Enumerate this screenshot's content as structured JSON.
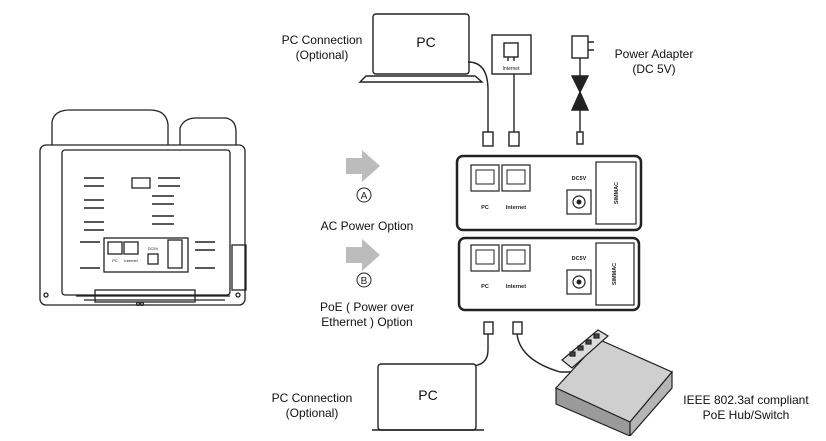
{
  "labels": {
    "pc_connection_top": [
      "PC Connection",
      "(Optional)"
    ],
    "pc_connection_bottom": [
      "PC Connection",
      "(Optional)"
    ],
    "power_adapter": [
      "Power Adapter",
      "(DC 5V)"
    ],
    "ac_power_option": "AC Power Option",
    "poe_option": [
      "PoE ( Power over",
      "Ethernet ) Option"
    ],
    "poe_switch": [
      "IEEE 802.3af compliant",
      "PoE Hub/Switch"
    ],
    "option_a": "A",
    "option_b": "B"
  },
  "devices": {
    "pc_screen_top": "PC",
    "pc_screen_bottom": "PC",
    "wall_jack": "Internet",
    "panel_a": {
      "port_pc": "PC",
      "port_internet": "Internet",
      "dc_label": "DC5V",
      "brand": "SIMMAC"
    },
    "panel_b": {
      "port_pc": "PC",
      "port_internet": "Internet",
      "dc_label": "DC5V",
      "brand": "SIMMAC"
    },
    "phone_back": {
      "port_pc": "PC",
      "port_internet": "Internet",
      "dc_label": "DC5V"
    }
  }
}
